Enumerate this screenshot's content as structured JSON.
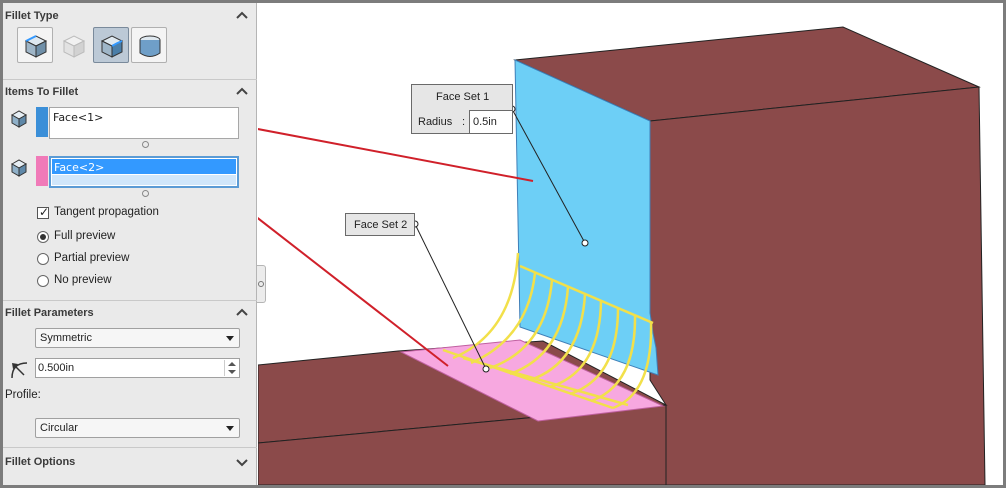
{
  "panel": {
    "fillet_type": {
      "title": "Fillet Type"
    },
    "items_to_fillet": {
      "title": "Items To Fillet",
      "face_set_1": "Face<1>",
      "face_set_2": "Face<2>",
      "tangent_propagation": "Tangent propagation",
      "preview_options": [
        "Full preview",
        "Partial preview",
        "No preview"
      ],
      "selected_preview": "Full preview"
    },
    "fillet_parameters": {
      "title": "Fillet Parameters",
      "method": "Symmetric",
      "radius": "0.500in",
      "profile_label": "Profile:",
      "profile": "Circular"
    },
    "fillet_options": {
      "title": "Fillet Options"
    }
  },
  "viewport": {
    "callout1": {
      "title": "Face Set 1",
      "radius_label": "Radius",
      "colon": ":",
      "radius_value": "0.5in"
    },
    "callout2": {
      "title": "Face Set 2"
    }
  },
  "colors": {
    "face_set_1": "#6dcff6",
    "face_set_2": "#f7a8e0",
    "model": "#8b4a4a",
    "preview_lines": "#f2e04a",
    "leader": "#d0202a"
  },
  "icons": [
    "chevron-up-icon",
    "chevron-down-icon",
    "face-cube-icon",
    "radius-icon"
  ]
}
